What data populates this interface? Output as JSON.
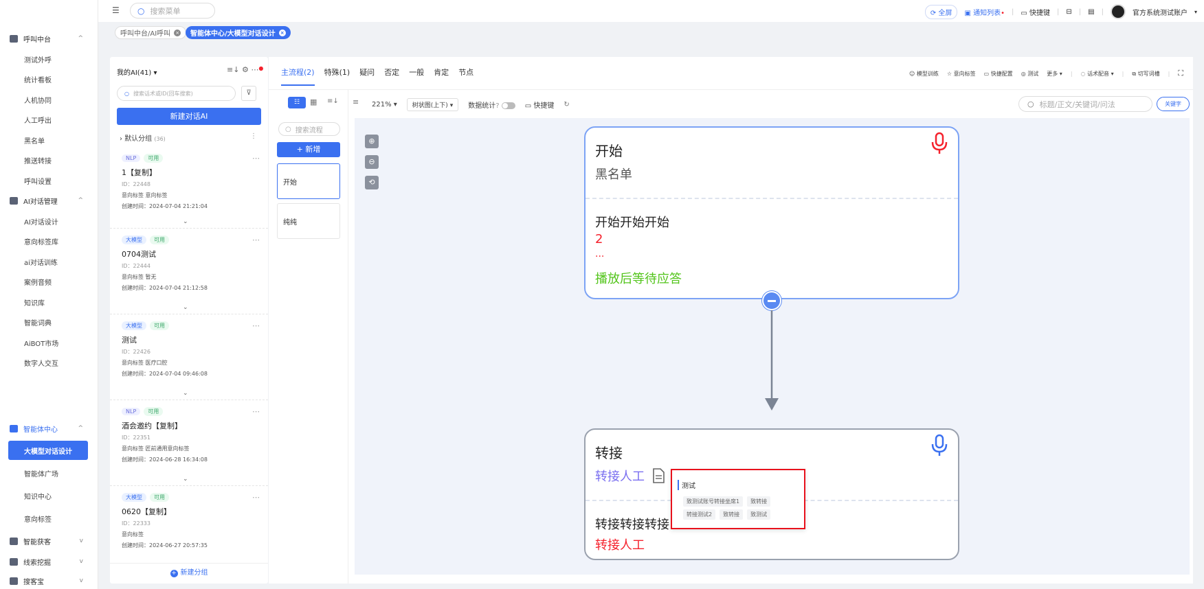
{
  "sidebar": {
    "groups": [
      {
        "label": "呼叫中台",
        "icon": "monitor-icon",
        "chevron": "^"
      },
      {
        "label": "AI对话管理",
        "icon": "book-icon",
        "chevron": "^"
      },
      {
        "label": "智能体中心",
        "icon": "agent-icon",
        "chevron": "^"
      },
      {
        "label": "智能获客",
        "icon": "search-icon",
        "chevron": "v"
      },
      {
        "label": "线索挖掘",
        "icon": "target-icon",
        "chevron": "v"
      },
      {
        "label": "搜客宝",
        "icon": "search-icon",
        "chevron": "v"
      }
    ],
    "call_items": [
      "测试外呼",
      "统计看板",
      "人机协同",
      "人工呼出",
      "黑名单",
      "推送转接",
      "呼叫设置"
    ],
    "ai_items": [
      "AI对话设计",
      "意向标签库",
      "ai对话训练",
      "案例音频",
      "知识库",
      "智能词典",
      "AiBOT市场",
      "数字人交互"
    ],
    "agent_items": [
      "大模型对话设计",
      "智能体广场",
      "知识中心",
      "意向标签"
    ]
  },
  "topbar": {
    "menu_icon": "hamburger-icon",
    "search_placeholder": "搜索菜单",
    "fullscreen": "全屏",
    "notify": "通知列表",
    "shortcut": "快捷键",
    "account": "官方系统测试账户"
  },
  "tabs": [
    {
      "label": "呼叫中台/AI呼叫",
      "active": false
    },
    {
      "label": "智能体中心/大模型对话设计",
      "active": true
    }
  ],
  "left_panel": {
    "my_ai": "我的AI(41)",
    "search_placeholder": "搜索话术或ID(回车搜索)",
    "new_button": "新建对话AI",
    "group_label": "默认分组",
    "group_count": "(36)",
    "new_group": "新建分组",
    "cards": [
      {
        "badge": "NLP",
        "status": "可用",
        "title": "1【复制】",
        "id": "ID：22448",
        "tags": "意向标签   意向标签",
        "time": "创建时间：2024-07-04 21:21:04"
      },
      {
        "badge": "大模型",
        "status": "可用",
        "title": "0704测试",
        "id": "ID：22444",
        "tags": "意向标签   暂无",
        "time": "创建时间：2024-07-04 21:12:58"
      },
      {
        "badge": "大模型",
        "status": "可用",
        "title": "测试",
        "id": "ID：22426",
        "tags": "意向标签   医疗口腔",
        "time": "创建时间：2024-07-04 09:46:08"
      },
      {
        "badge": "NLP",
        "status": "可用",
        "title": "酒会邀约【复制】",
        "id": "ID：22351",
        "tags": "意向标签   匠前通用意向标签",
        "time": "创建时间：2024-06-28 16:34:08"
      },
      {
        "badge": "大模型",
        "status": "可用",
        "title": "0620【复制】",
        "id": "ID：22333",
        "tags": "意向标签",
        "time": "创建时间：2024-06-27 20:57:35"
      }
    ]
  },
  "main": {
    "tabs": [
      "主流程(2)",
      "特殊(1)",
      "疑问",
      "否定",
      "一般",
      "肯定",
      "节点"
    ],
    "right_tools": [
      "模型训练",
      "意向标签",
      "快捷配置",
      "测试",
      "更多",
      "话术配音",
      "切写词槽"
    ],
    "flow_search_placeholder": "搜索流程",
    "add_button": "+ 新增",
    "flows": [
      "开始",
      "纯纯"
    ],
    "zoom": "221%",
    "layout": "树状图(上下)",
    "data_stats": "数据统计",
    "shortcut": "快捷键",
    "canvas_search_placeholder": "标题/正文/关键词/问法",
    "keyword_button": "关键字"
  },
  "nodes": {
    "start": {
      "title": "开始",
      "subtitle": "黑名单",
      "body": "开始开始开始",
      "num": "2",
      "ellipsis": "...",
      "action": "播放后等待应答"
    },
    "transfer": {
      "title": "转接",
      "subtitle": "转接人工",
      "body": "转接转接转接",
      "action": "转接人工"
    }
  },
  "popup": {
    "title": "测试",
    "chips": [
      "致测试账号转接坐席1",
      "致转接",
      "转接测试2",
      "致转接",
      "致测试"
    ]
  },
  "colors": {
    "accent": "#3a70f0",
    "red": "#f5222d",
    "green": "#52c41a",
    "purple": "#7a6ff0"
  }
}
